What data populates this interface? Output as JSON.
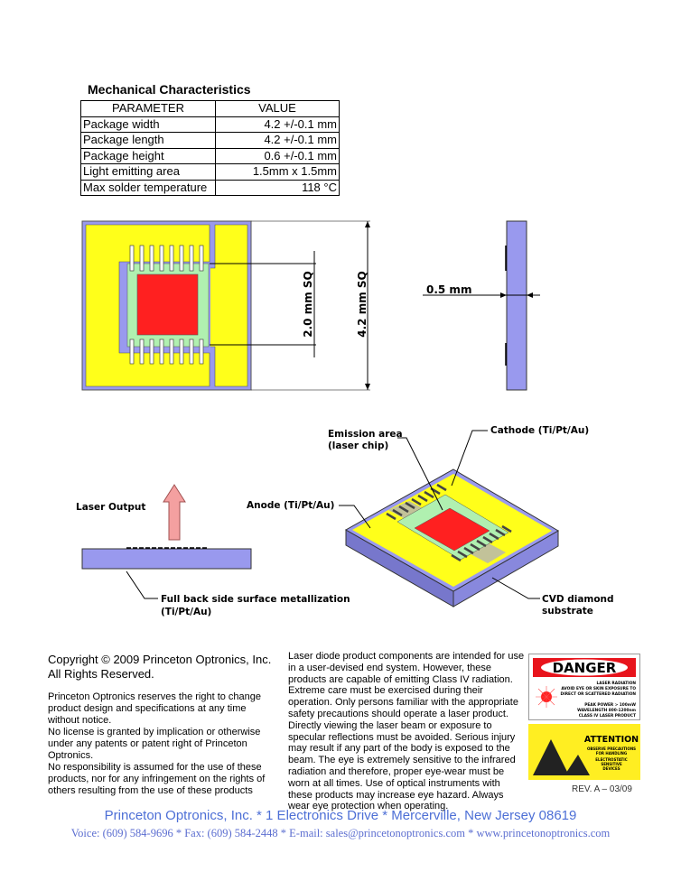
{
  "section_title": "Mechanical Characteristics",
  "table": {
    "headers": [
      "PARAMETER",
      "VALUE"
    ],
    "rows": [
      [
        "Package width",
        "4.2 +/-0.1 mm"
      ],
      [
        "Package length",
        "4.2 +/-0.1 mm"
      ],
      [
        "Package height",
        "0.6 +/-0.1 mm"
      ],
      [
        "Light emitting area",
        "1.5mm x 1.5mm"
      ],
      [
        "Max solder temperature",
        "118 °C"
      ]
    ]
  },
  "drawing": {
    "dim_inner": "2.0 mm SQ",
    "dim_outer": "4.2 mm SQ",
    "dim_thickness": "0.5 mm"
  },
  "iso": {
    "laser_output": "Laser Output",
    "anode": "Anode (Ti/Pt/Au)",
    "emission1": "Emission area",
    "emission2": "(laser chip)",
    "cathode": "Cathode (Ti/Pt/Au)",
    "cvd1": "CVD diamond",
    "cvd2": "substrate",
    "metal1": "Full back side surface metallization",
    "metal2": "(Ti/Pt/Au)"
  },
  "copyright": {
    "line1": "Copyright © 2009 Princeton Optronics, Inc.",
    "line2": "All Rights Reserved."
  },
  "disclaimer": [
    "Princeton Optronics reserves the right to change product design and specifications at any time without notice.",
    "No license is granted by implication or otherwise under any patents or patent right of Princeton Optronics.",
    "No responsibility is assumed for the use of these products, nor for any infringement on the rights of others resulting from the use of these products"
  ],
  "laser_warning": "Laser diode product components are intended for use in a user-devised end system.  However, these products are capable of emitting Class IV radiation.  Extreme care must be exercised during their operation.  Only persons familiar with the appropriate safety precautions should operate a laser product.  Directly viewing the laser beam or exposure to specular reflections must be avoided. Serious injury may result if any part of the body is exposed to the beam.  The eye is extremely sensitive to the infrared radiation and therefore, proper eye-wear must be worn at all times.  Use of optical instruments with these products may increase eye hazard.  Always wear eye protection when operating.",
  "danger_label": {
    "title": "DANGER",
    "l1": "LASER RADIATION",
    "l2": "AVOID EYE OR SKIN EXPOSURE TO",
    "l3": "DIRECT OR SCATTERED RADIATION",
    "l4": "PEAK POWER      > 100mW",
    "l5": "WAVELENGTH   800-1200nm",
    "l6": "CLASS IV  LASER PRODUCT"
  },
  "attention_label": {
    "title": "ATTENTION",
    "l1": "OBSERVE PRECAUTIONS",
    "l2": "FOR HANDLING",
    "l3": "ELECTROSTATIC",
    "l4": "SENSITIVE",
    "l5": "DEVICES"
  },
  "revision": "REV. A – 03/09",
  "footer": {
    "company": "Princeton Optronics, Inc. * 1 Electronics Drive * Mercerville, New Jersey 08619",
    "contact": "Voice: (609) 584-9696 * Fax: (609) 584-2448 * E-mail: sales@princetonoptronics.com * www.princetonoptronics.com"
  },
  "colors": {
    "yellow": "#ffff1a",
    "lavender": "#9999ee",
    "red": "#ff2020",
    "green": "#b0f0b0",
    "footer_blue": "#4d6fd6"
  }
}
